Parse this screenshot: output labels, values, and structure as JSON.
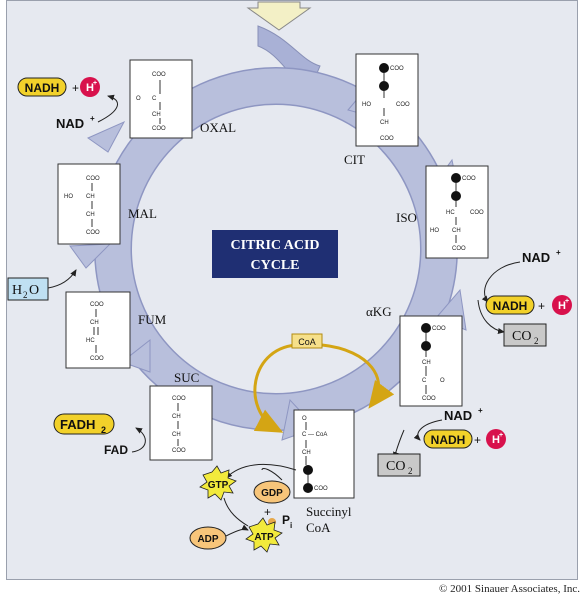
{
  "title": [
    "CITRIC ACID",
    "CYCLE"
  ],
  "colors": {
    "background": "#e6e9f0",
    "cycle_arrow": "#b8bfdc",
    "title_box": "#1f2f73",
    "nadh": "#f2d12a",
    "h_plus": "#d8114c",
    "co2": "#c9c9c9",
    "h2o": "#bfe0f2",
    "coa": "#f6e08a",
    "gtp_atp": "#f2ea3c",
    "gdp_adp": "#f7c57a"
  },
  "intermediates": {
    "oxal": "OXAL",
    "cit": "CIT",
    "iso": "ISO",
    "akg": "αKG",
    "succoa": [
      "Succinyl",
      "CoA"
    ],
    "suc": "SUC",
    "fum": "FUM",
    "mal": "MAL"
  },
  "cofactors": {
    "nadh": "NADH",
    "h_plus": "H",
    "plus": "+",
    "nad": "NAD",
    "superscript_plus": "+",
    "co2": "CO",
    "co2_sub": "2",
    "h2o": [
      "H",
      "2",
      "O"
    ],
    "coa": "CoA",
    "fadh2": "FADH",
    "fadh2_sub": "2",
    "fad": "FAD",
    "gtp": "GTP",
    "gdp": "GDP",
    "atp": "ATP",
    "adp": "ADP",
    "pi": "P",
    "pi_sub": "i"
  },
  "molecule_labels": {
    "coo": "COO",
    "minus": "−",
    "c": "C",
    "o": "O",
    "ch2": "CH",
    "h2_sub": "2",
    "ho": "HO",
    "hc": "HC",
    "ch": "CH",
    "h": "H",
    "c_coa": "C — CoA",
    "ho_c": "HO — C — COO"
  },
  "copyright": "© 2001 Sinauer Associates, Inc."
}
